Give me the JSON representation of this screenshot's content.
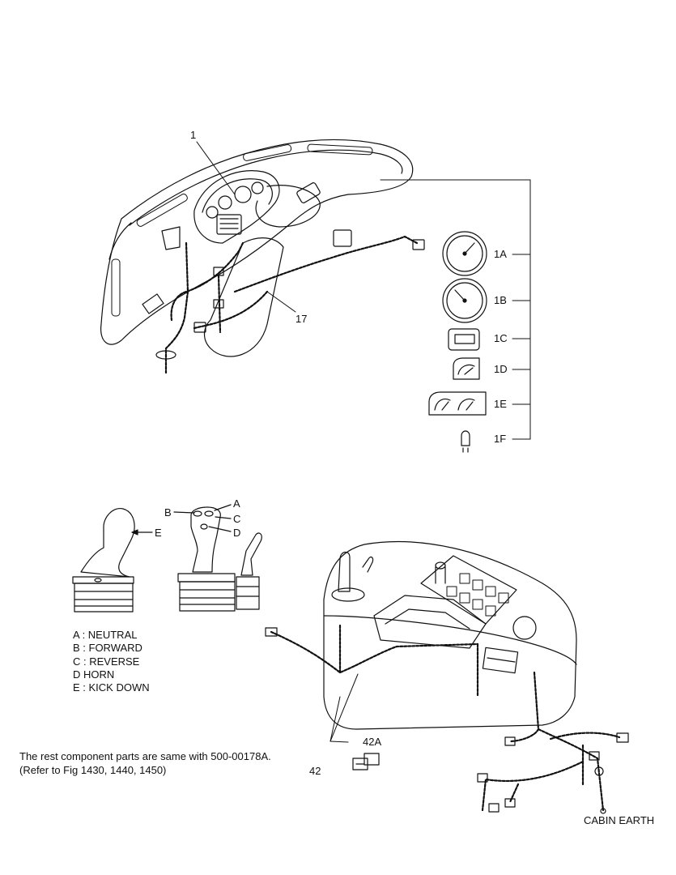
{
  "callouts": {
    "c1": "1",
    "c1A": "1A",
    "c1B": "1B",
    "c1C": "1C",
    "c1D": "1D",
    "c1E": "1E",
    "c1F": "1F",
    "c17": "17",
    "cA": "A",
    "cB": "B",
    "cC": "C",
    "cD": "D",
    "cE": "E",
    "c42A": "42A",
    "c42": "42"
  },
  "legend": [
    "A : NEUTRAL",
    "B : FORWARD",
    "C : REVERSE",
    "D  HORN",
    "E : KICK DOWN"
  ],
  "note": {
    "line1": "The rest component parts are same with 500-00178A.",
    "line2": "(Refer to Fig 1430, 1440, 1450)"
  },
  "cabin_earth": "CABIN EARTH",
  "colors": {
    "line": "#111111",
    "background": "#ffffff"
  }
}
